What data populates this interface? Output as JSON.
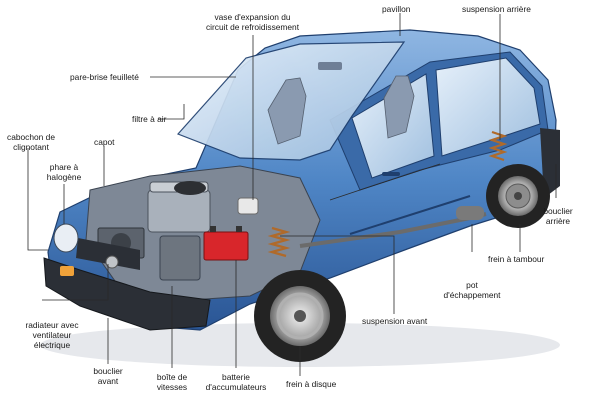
{
  "labels": {
    "vase_expansion": [
      "vase d'expansion du",
      "circuit de refroidissement"
    ],
    "pavillon": "pavillon",
    "suspension_arriere": "suspension arrière",
    "pare_brise": "pare-brise feuilleté",
    "filtre_air": "filtre à air",
    "cabochon": [
      "cabochon de",
      "clignotant"
    ],
    "capot": "capot",
    "phare": [
      "phare à",
      "halogène"
    ],
    "bouclier_arriere": [
      "bouclier",
      "arrière"
    ],
    "frein_tambour": "frein à tambour",
    "pot": [
      "pot",
      "d'échappement"
    ],
    "suspension_avant": "suspension avant",
    "radiateur": [
      "radiateur avec",
      "ventilateur",
      "électrique"
    ],
    "bouclier_avant": [
      "bouclier",
      "avant"
    ],
    "boite": [
      "boîte de",
      "vitesses"
    ],
    "batterie": [
      "batterie",
      "d'accumulateurs"
    ],
    "frein_disque": "frein à disque"
  },
  "colors": {
    "body_blue": "#4f86c6",
    "body_dark": "#2f5f9e",
    "glass": "#c9dcef",
    "tire": "#232323",
    "battery": "#d8262b"
  }
}
